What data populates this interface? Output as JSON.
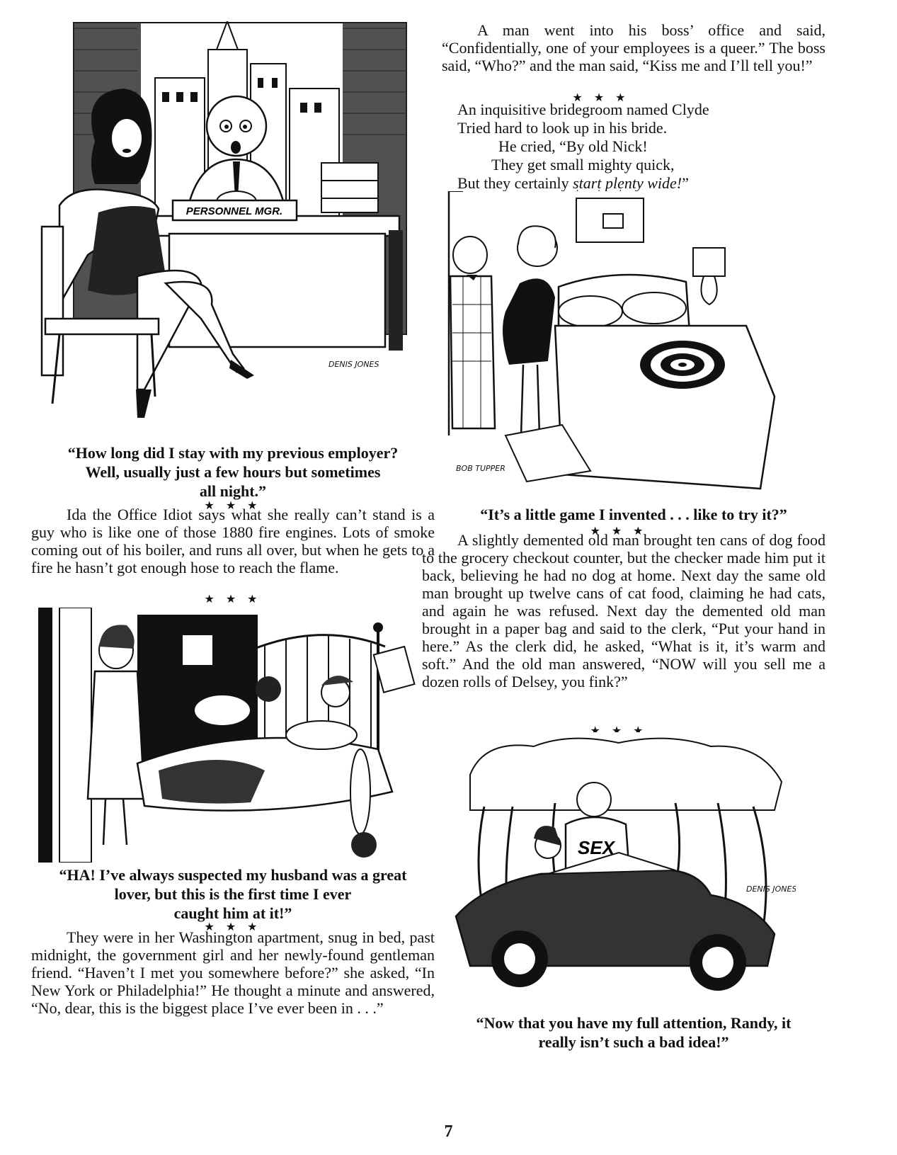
{
  "page_number": "7",
  "cartoon1": {
    "desk_sign": "PERSONNEL MGR.",
    "signature": "DENIS JONES",
    "caption_lines": [
      "“How long did I stay with my previous employer?",
      "Well, usually just a few hours but sometimes",
      "all night.”"
    ]
  },
  "stars": "★ ★ ★",
  "joke_ida": "Ida the Office Idiot says what she really can’t stand is a guy who is like one of those 1880 fire engines. Lots of smoke coming out of his boiler, and runs all over, but when he gets to a fire he hasn’t got enough hose to reach the flame.",
  "cartoon2": {
    "caption_lines": [
      "“HA! I’ve always suspected my husband was a great",
      "lover, but this is the first time I ever",
      "caught him at it!”"
    ]
  },
  "joke_washington": "They were in her Washington apartment, snug in bed, past midnight, the government girl and her newly-found gentleman friend. “Haven’t I met you somewhere before?” she asked, “In New York or Philadelphia!” He thought a minute and answered, “No, dear, this is the biggest place I’ve ever been in . . .”",
  "joke_boss": "A man went into his boss’ office and said, “Confidentially, one of your employees is a queer.” The boss said, “Who?” and the man said, “Kiss me and I’ll tell you!”",
  "limerick": {
    "line1": "An inquisitive bridegroom named Clyde",
    "line2": "Tried hard to look up in his bride.",
    "line3": "He cried, “By old Nick!",
    "line4": "They get small mighty quick,",
    "line5_start": "But they certainly ",
    "line5_italic": "start plenty wide!",
    "line5_end": "”"
  },
  "cartoon3": {
    "signature": "BOB TUPPER",
    "caption": "“It’s a little game I invented . . . like to try it?”"
  },
  "joke_dog_food": "A slightly demented old man brought ten cans of dog food to the grocery checkout counter, but the checker made him put it back, believing he had no dog at home. Next day the same old man brought up twelve cans of cat food, claiming he had cats, and again he was refused. Next day the demented old man brought in a paper bag and said to the clerk, “Put your hand in here.” As the clerk did, he asked, “What is it, it’s warm and soft.” And the old man answered, “NOW will you sell me a dozen rolls of Delsey, you fink?”",
  "cartoon4": {
    "shirt_text": "SEX",
    "signature": "DENIS JONES",
    "caption_lines": [
      "“Now that you have my full attention, Randy, it",
      "really isn’t such a bad idea!”"
    ]
  }
}
